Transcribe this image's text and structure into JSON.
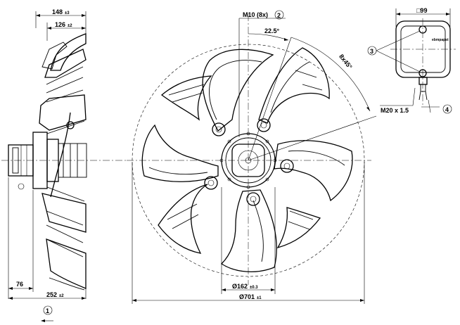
{
  "side_view": {
    "dim_overall_depth": "148",
    "dim_overall_depth_tol": "±3",
    "dim_blade_depth": "126",
    "dim_blade_depth_tol": "±2",
    "dim_motor_offset": "76",
    "dim_mount_depth": "252",
    "dim_mount_depth_tol": "±2",
    "airflow_marker": "1",
    "airflow_arrow": "arrow-left-icon"
  },
  "front_view": {
    "thread_label": "M10 (8x)",
    "thread_marker": "2",
    "angle_label": "22.5°",
    "pattern_label": "8x45°",
    "hub_diameter": "Ø162",
    "hub_diameter_tol": "±0.3",
    "outer_diameter": "Ø701",
    "outer_diameter_tol": "±1"
  },
  "terminal_box": {
    "size_label": "□99",
    "screw_marker": "3",
    "gland_label": "M20 x 1.5",
    "gland_marker": "4",
    "logo_text": "ebmpapst"
  }
}
